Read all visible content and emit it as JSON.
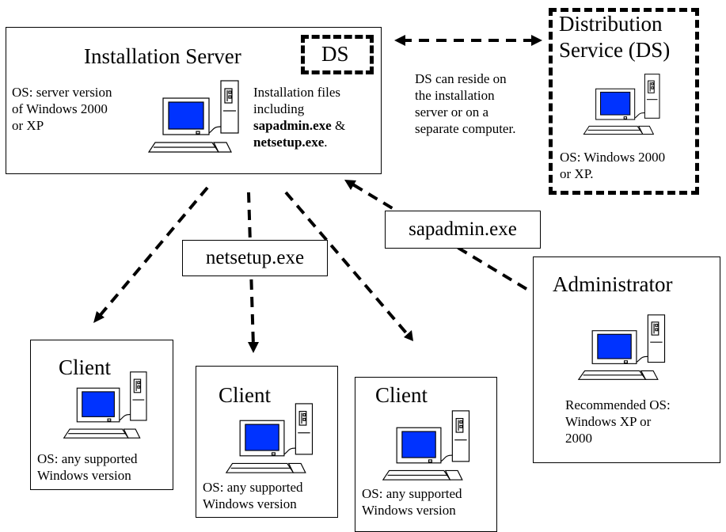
{
  "installation_server": {
    "title": "Installation Server",
    "ds_tag": "DS",
    "os_lines": [
      "OS: server version",
      "of Windows 2000",
      "or XP"
    ],
    "files_line1": "Installation files",
    "files_line2": "including",
    "files_bold1": "sapadmin.exe",
    "files_amp": " &",
    "files_bold2": "netsetup.exe",
    "files_period": "."
  },
  "distribution_service": {
    "title_line1": "Distribution",
    "title_line2": "Service (DS)",
    "os_lines": [
      "OS: Windows 2000",
      "or XP."
    ]
  },
  "ds_note": {
    "lines": [
      "DS can reside on",
      "the installation",
      "server or on a",
      "separate computer."
    ]
  },
  "labels": {
    "sapadmin": "sapadmin.exe",
    "netsetup": "netsetup.exe"
  },
  "administrator": {
    "title": "Administrator",
    "os_lines": [
      "Recommended OS:",
      "Windows XP or",
      "2000"
    ]
  },
  "clients": [
    {
      "title": "Client",
      "os_lines": [
        "OS: any supported",
        "Windows version"
      ]
    },
    {
      "title": "Client",
      "os_lines": [
        "OS: any supported",
        "Windows version"
      ]
    },
    {
      "title": "Client",
      "os_lines": [
        "OS: any supported",
        "Windows version"
      ]
    }
  ],
  "colors": {
    "screen": "#0033ff",
    "outline": "#000000",
    "background": "#ffffff"
  },
  "icons": [
    "computer-icon"
  ]
}
